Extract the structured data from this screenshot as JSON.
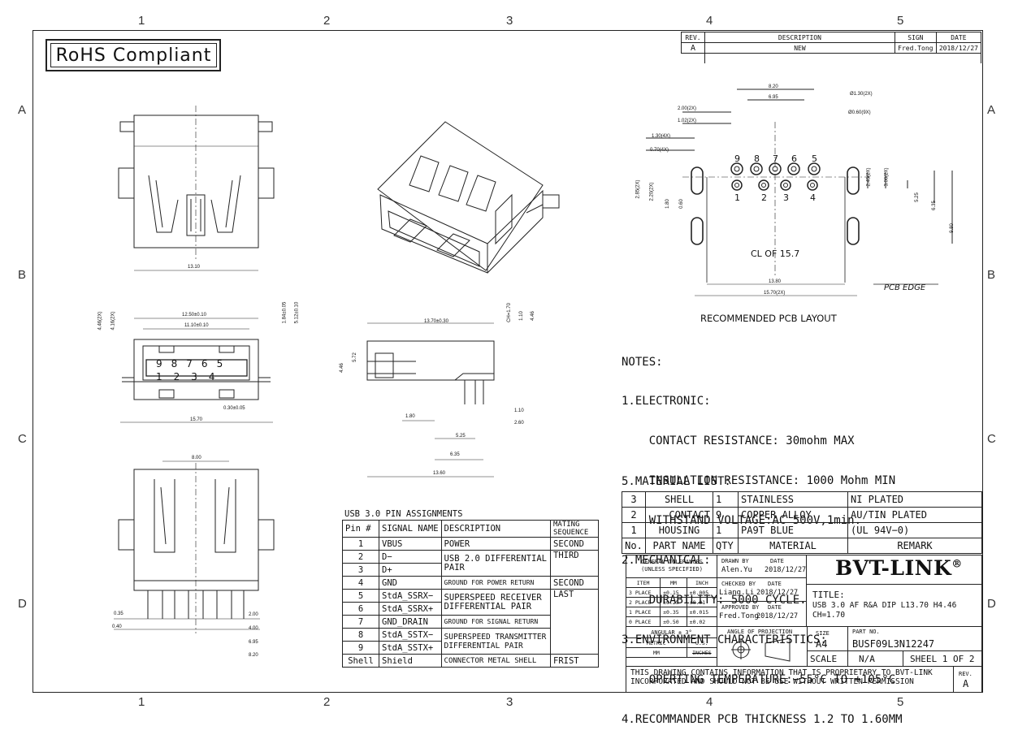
{
  "zone_columns": [
    "1",
    "2",
    "3",
    "4",
    "5"
  ],
  "zone_rows": [
    "A",
    "B",
    "C",
    "D"
  ],
  "rohs_label": "RoHS Compliant",
  "revision_table": {
    "headers": [
      "REV.",
      "DESCRIPTION",
      "SIGN",
      "DATE"
    ],
    "row": [
      "A",
      "NEW",
      "Fred.Tong",
      "2018/12/27"
    ]
  },
  "pcb_layout": {
    "title": "RECOMMENDED PCB LAYOUT",
    "cl_label": "CL OF 15.7",
    "edge_label": "PCB EDGE",
    "top_pins": [
      "9",
      "8",
      "7",
      "6",
      "5"
    ],
    "bottom_pins": [
      "1",
      "2",
      "3",
      "4"
    ],
    "dims": [
      "8.20",
      "6.95",
      "2.00(2X)",
      "1.02(2X)",
      "1.30(4X)",
      "0.70(4X)",
      "Ø1.30(2X)",
      "Ø0.60(9X)",
      "2.85(2X)",
      "2.20(2X)",
      "1.80",
      "0.60",
      "2.45(2X)",
      "3.00(2X)",
      "5.25",
      "6.35",
      "9.80",
      "13.80",
      "15.70(2X)"
    ]
  },
  "front_view": {
    "top_pins": [
      "9",
      "8",
      "7",
      "6",
      "5"
    ],
    "bottom_pins": [
      "1",
      "2",
      "3",
      "4"
    ],
    "dims": [
      "12.50±0.10",
      "11.10±0.10",
      "4.46(2X)",
      "4.16(2X)",
      "1.84±0.05",
      "5.12±0.10",
      "0.30±0.05",
      "15.70"
    ]
  },
  "top_view_dims": [
    "13.10"
  ],
  "side_view_dims": [
    "13.70±0.30",
    "CH=1.70",
    "1.10",
    "4.46",
    "5.72",
    "4.46",
    "1.80",
    "1.10",
    "2.60",
    "5.25",
    "6.35",
    "13.60"
  ],
  "bottom_view_dims": [
    "8.00",
    "0.35",
    "0.40",
    "2.00",
    "4.00",
    "6.95",
    "8.20"
  ],
  "pin_table": {
    "title": "USB 3.0 PIN ASSIGNMENTS",
    "headers": [
      "Pin #",
      "SIGNAL NAME",
      "DESCRIPTION",
      "MATING SEQUENCE"
    ],
    "rows": [
      {
        "pin": "1",
        "signal": "VBUS",
        "desc": "POWER",
        "seq": "SECOND"
      },
      {
        "pin": "2",
        "signal": "D−",
        "desc": "USB 2.0 DIFFERENTIAL PAIR",
        "seq": "THIRD"
      },
      {
        "pin": "3",
        "signal": "D+",
        "desc": "",
        "seq": ""
      },
      {
        "pin": "4",
        "signal": "GND",
        "desc": "GROUND FOR POWER RETURN",
        "seq": "SECOND"
      },
      {
        "pin": "5",
        "signal": "StdA_SSRX−",
        "desc": "SUPERSPEED RECEIVER DIFFERENTIAL PAIR",
        "seq": "LAST"
      },
      {
        "pin": "6",
        "signal": "StdA_SSRX+",
        "desc": "",
        "seq": ""
      },
      {
        "pin": "7",
        "signal": "GND_DRAIN",
        "desc": "GROUND FOR SIGNAL RETURN",
        "seq": ""
      },
      {
        "pin": "8",
        "signal": "StdA_SSTX−",
        "desc": "SUPERSPEED TRANSMITTER DIFFERENTIAL PAIR",
        "seq": ""
      },
      {
        "pin": "9",
        "signal": "StdA_SSTX+",
        "desc": "",
        "seq": ""
      },
      {
        "pin": "Shell",
        "signal": "Shield",
        "desc": "CONNECTOR METAL SHELL",
        "seq": "FRIST"
      }
    ]
  },
  "notes": {
    "heading": "NOTES:",
    "lines": [
      "1.ELECTRONIC:",
      "    CONTACT RESISTANCE: 30mohm MAX",
      "    INSULATION RESISTANCE: 1000 Mohm MIN",
      "    WITHSTAND VOLTAGE:AC 500V,1min.",
      "2.MECHANICAL:",
      "    DURABILITY: 5000 CYCLE.",
      "3.ENVIRONMENT CHARACTERISTICS:",
      "    OPERTING TEMPERATURE:−55°C TO +105°C",
      "4.RECOMMANDER PCB THICKNESS 1.2 TO 1.60MM"
    ]
  },
  "material_list": {
    "title": "5.MATERIAL LIST:",
    "rows": [
      {
        "no": "3",
        "part": "SHELL",
        "qty": "1",
        "material": "STAINLESS",
        "remark": "NI PLATED"
      },
      {
        "no": "2",
        "part": "CONTACT",
        "qty": "9",
        "material": "COPPER ALLOY",
        "remark": "AU/TIN PLATED"
      },
      {
        "no": "1",
        "part": "HOUSING",
        "qty": "1",
        "material": "PA9T BLUE",
        "remark": "(UL 94V−0)"
      }
    ],
    "headers": {
      "no": "No.",
      "part": "PART NAME",
      "qty": "QTY",
      "material": "MATERIAL",
      "remark": "REMARK"
    }
  },
  "title_block": {
    "tolerance_title": "GENERAL TOLERANCES (UNLESS SPECIFIED)",
    "tol_headers": [
      "ITEM",
      "MM",
      "INCH"
    ],
    "tol_rows": [
      [
        "3 PLACE",
        "±0.15",
        "±0.005"
      ],
      [
        "2 PLACE",
        "±0.25",
        "±0.01"
      ],
      [
        "1 PLACE",
        "±0.35",
        "±0.015"
      ],
      [
        "0 PLACE",
        "±0.50",
        "±0.02"
      ]
    ],
    "angular": "ANGULAR ± 3°",
    "metric": "METRIC",
    "us": "U.S.",
    "mm": "MM",
    "inches": "INCHES",
    "drawn_by_label": "DRAWN BY",
    "drawn_by": "Alen.Yu",
    "checked_by_label": "CHECKED BY",
    "checked_by": "Liang.Li",
    "approved_by_label": "APPROVED BY",
    "approved_by": "Fred.Tong",
    "date_label": "DATE",
    "date": "2018/12/27",
    "company": "BVT-LINK",
    "registered": "®",
    "title_label": "TITLE:",
    "title_line1": "USB 3.0 AF R&A DIP L13.70 H4.46",
    "title_line2": "CH=1.70",
    "projection_label": "ANGLE OF PROJECTION",
    "size_label": "SIZE",
    "size": "A4",
    "part_no_label": "PART NO.",
    "part_no": "BUSF09L3N12247",
    "scale_label": "SCALE",
    "scale": "N/A",
    "sheet": "SHEEL 1 OF 2",
    "disclaimer1": "THIS DRAWING CONTAINS INFORMATION THAT IS PROPRIETARY TO BVT-LINK",
    "disclaimer2": "INCORPORATED AND SHOULD NOT BE USE WITHOUT WRITTEN PERMISSION",
    "rev_label": "REV.",
    "rev": "A"
  }
}
